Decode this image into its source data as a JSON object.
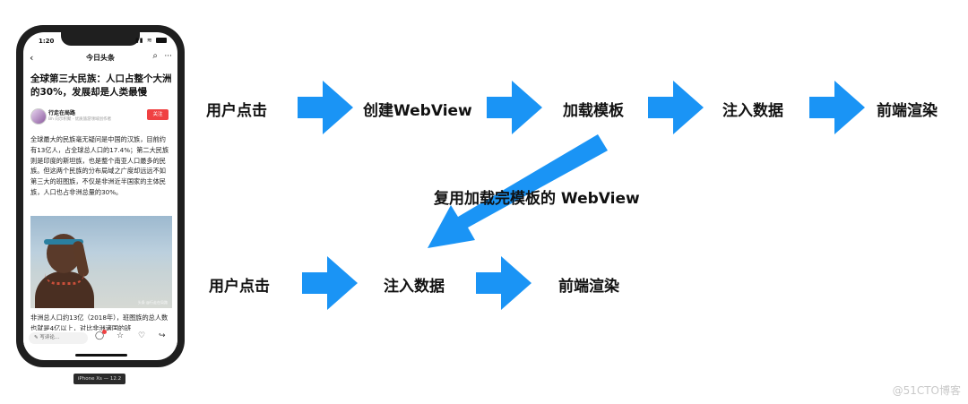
{
  "phone": {
    "status_time": "1:20",
    "nav_title": "今日头条",
    "article_title": "全球第三大民族：人口占整个大洲的30%，发展却是人类最慢",
    "author_name": "行走在局路",
    "author_meta": "Bh  向示积聚 · 优质旅游领域创作者",
    "follow_label": "关注",
    "body_paragraph": "全球最大的民族毫无疑问是中国的汉族，目前约有13亿人，占全球总人口的17.4%；第二大民族则是印度的斯坦族，也是整个南亚人口最多的民族。但这两个民族的分布局域之广度却远远不如第三大的班图族，不仅是非洲近半国家的主体民族，人口也占非洲总量的30%。",
    "image_watermark": "头条 @行走在局路",
    "body_paragraph_2": "非洲总人口约13亿（2018年），班图族的总人数也就是4亿以上，对比非洲诸国的班",
    "comment_placeholder": "写评论...",
    "device_label": "iPhone Xs — 12.2"
  },
  "flow_top": [
    "用户点击",
    "创建WebView",
    "加载模板",
    "注入数据",
    "前端渲染"
  ],
  "reuse_label": "复用加载完模板的 WebView",
  "flow_bottom": [
    "用户点击",
    "注入数据",
    "前端渲染"
  ],
  "arrow_color": "#1a94f5",
  "watermark": "@51CTO博客"
}
